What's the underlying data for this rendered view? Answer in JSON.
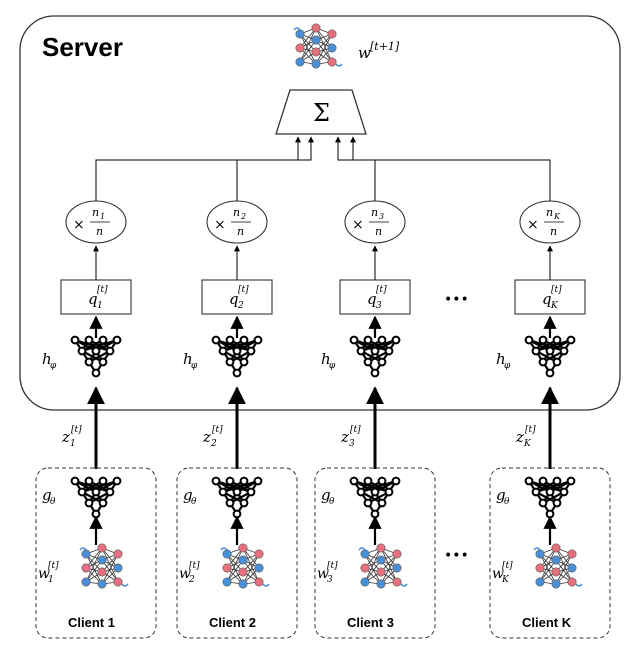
{
  "server": {
    "title": "Server",
    "global_weight": "w",
    "global_weight_sup": "[t+1]"
  },
  "aggregator": {
    "symbol": "Σ"
  },
  "ellipsis": "•••",
  "clients": [
    {
      "label": "Client 1",
      "weight_label": "w",
      "weight_sub": "1",
      "sup": "[t]",
      "z_label": "z",
      "z_sub": "1",
      "q_label": "q",
      "q_sub": "1",
      "scale_num": "n",
      "scale_num_sub": "1",
      "scale_den": "n",
      "h_label": "h",
      "h_sub": "φ",
      "g_label": "g",
      "g_sub": "θ"
    },
    {
      "label": "Client 2",
      "weight_label": "w",
      "weight_sub": "2",
      "sup": "[t]",
      "z_label": "z",
      "z_sub": "2",
      "q_label": "q",
      "q_sub": "2",
      "scale_num": "n",
      "scale_num_sub": "2",
      "scale_den": "n",
      "h_label": "h",
      "h_sub": "φ",
      "g_label": "g",
      "g_sub": "θ"
    },
    {
      "label": "Client 3",
      "weight_label": "w",
      "weight_sub": "3",
      "sup": "[t]",
      "z_label": "z",
      "z_sub": "3",
      "q_label": "q",
      "q_sub": "3",
      "scale_num": "n",
      "scale_num_sub": "3",
      "scale_den": "n",
      "h_label": "h",
      "h_sub": "φ",
      "g_label": "g",
      "g_sub": "θ"
    },
    {
      "label": "Client K",
      "weight_label": "w",
      "weight_sub": "K",
      "sup": "[t]",
      "z_label": "z",
      "z_sub": "K",
      "q_label": "q",
      "q_sub": "K",
      "scale_num": "n",
      "scale_num_sub": "K",
      "scale_den": "n",
      "h_label": "h",
      "h_sub": "φ",
      "g_label": "g",
      "g_sub": "θ"
    }
  ],
  "times_symbol": "×",
  "colors": {
    "node_red": "#e8707e",
    "node_blue": "#4a90d9",
    "node_dark": "#222222",
    "stroke": "#000000"
  }
}
